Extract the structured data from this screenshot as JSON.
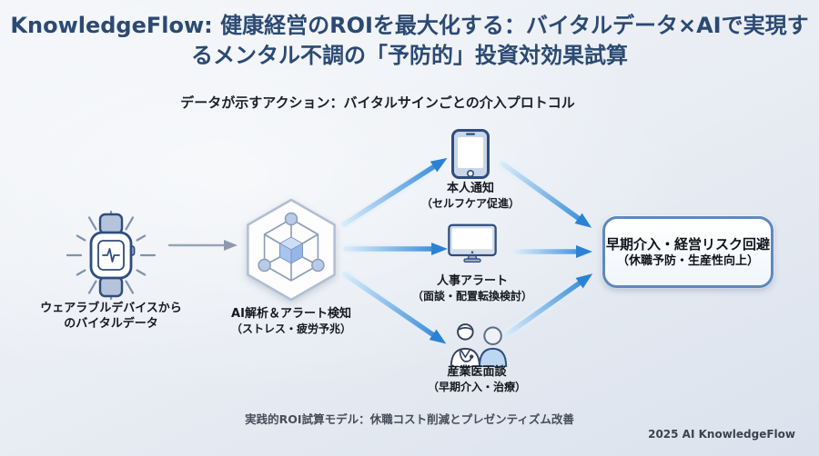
{
  "title": {
    "line1": "KnowledgeFlow: 健康経営のROIを最大化する：バイタルデータ×AIで実現す",
    "line2": "るメンタル不調の「予防的」投資対効果試算"
  },
  "subtitle": "データが示すアクション：バイタルサインごとの介入プロトコル",
  "flow": {
    "wearable": {
      "icon": "smartwatch-icon",
      "label1": "ウェアラブルデバイスから",
      "label2": "のバイタルデータ"
    },
    "ai": {
      "icon": "ai-network-cube-icon",
      "label": "AI解析＆アラート検知",
      "sublabel": "（ストレス・疲労予兆）"
    },
    "notify": {
      "icon": "smartphone-icon",
      "label": "本人通知",
      "sublabel": "（セルフケア促進）"
    },
    "hr": {
      "icon": "desktop-monitor-icon",
      "label": "人事アラート",
      "sublabel": "（面談・配置転換検討）"
    },
    "physician": {
      "icon": "doctor-consultation-icon",
      "label": "産業医面談",
      "sublabel": "（早期介入・治療）"
    },
    "outcome": {
      "label": "早期介入・経営リスク回避",
      "sublabel": "（休職予防・生産性向上）"
    }
  },
  "footer": {
    "caption": "実践的ROI試算モデル：休職コスト削減とプレゼンティズム改善",
    "credit": "2025 AI KnowledgeFlow"
  },
  "colors": {
    "title_navy": "#2b4a73",
    "arrow_blue": "#2e86d6",
    "arrow_grey": "#98a2b3",
    "icon_outline_navy": "#2e4d7e",
    "outcome_border_blue": "#5f88bd"
  }
}
